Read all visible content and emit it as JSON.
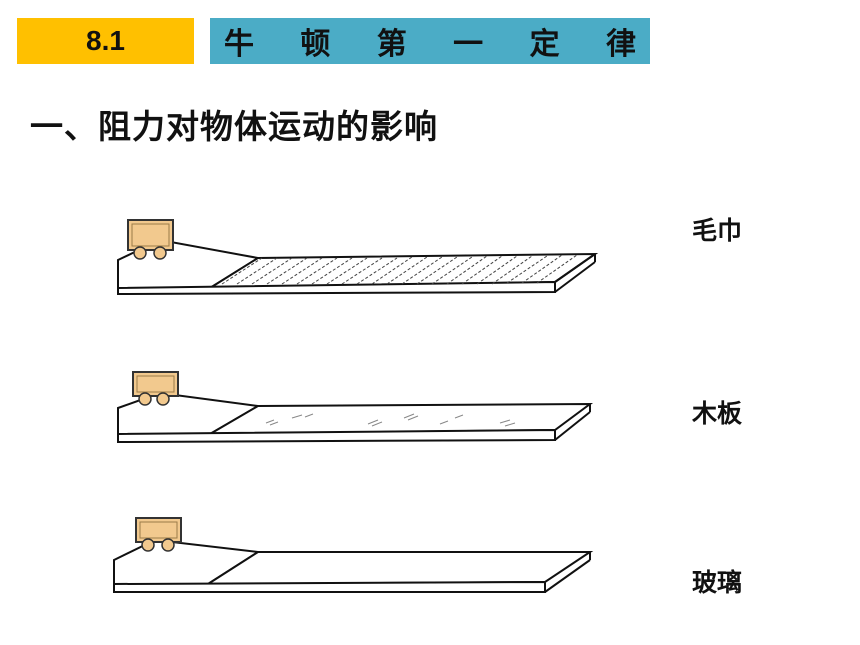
{
  "header": {
    "section_number": "8.1",
    "chapter_chars": [
      "牛",
      "顿",
      "第",
      "一",
      "定",
      "律"
    ]
  },
  "heading": "一、阻力对物体运动的影响",
  "experiments": [
    {
      "surface": "毛巾"
    },
    {
      "surface": "木板"
    },
    {
      "surface": "玻璃"
    }
  ],
  "colors": {
    "section_badge": "#FFC000",
    "chapter_bar": "#4BACC6",
    "cart_body": "#F2C98E"
  }
}
